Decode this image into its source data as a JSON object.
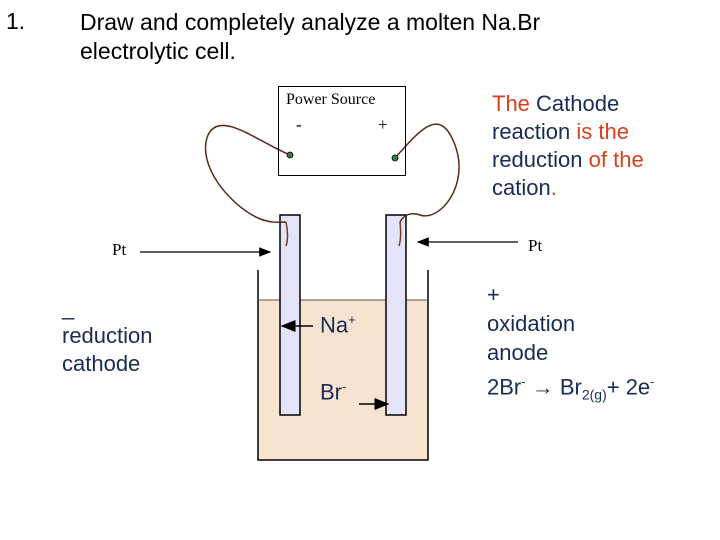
{
  "question": {
    "number": "1.",
    "text": "Draw and completely analyze a molten Na.Br electrolytic cell."
  },
  "power_source": {
    "title": "Power Source",
    "minus": "-",
    "plus": "+"
  },
  "cathode_statement": {
    "w1": "The",
    "w2": "Cathode",
    "w3": "reaction",
    "w4": "is the",
    "w5": "reduction",
    "w6": "of the",
    "w7": "cation",
    "w8": "."
  },
  "electrode_labels": {
    "left": "Pt",
    "right": "Pt"
  },
  "left_side": {
    "sign": "_",
    "line1": "reduction",
    "line2": "cathode"
  },
  "right_side": {
    "sign": "+",
    "line1": "oxidation",
    "line2": "anode",
    "eq_a": "2Br",
    "eq_a_sup": "-",
    "eq_arrow": " → Br",
    "eq_sub": "2(g)",
    "eq_b": "+ 2e",
    "eq_b_sup": "-"
  },
  "ions": {
    "cation": "Na",
    "cation_charge": "+",
    "anion": "Br",
    "anion_charge": "-"
  },
  "colors": {
    "dark_text": "#1a2b55",
    "red_text": "#d9401c",
    "electrolyte": "#f6e4d0",
    "electrode_fill": "#e4e4f8",
    "wire": "#5a2a1a",
    "terminal": "#3c7a4a"
  }
}
